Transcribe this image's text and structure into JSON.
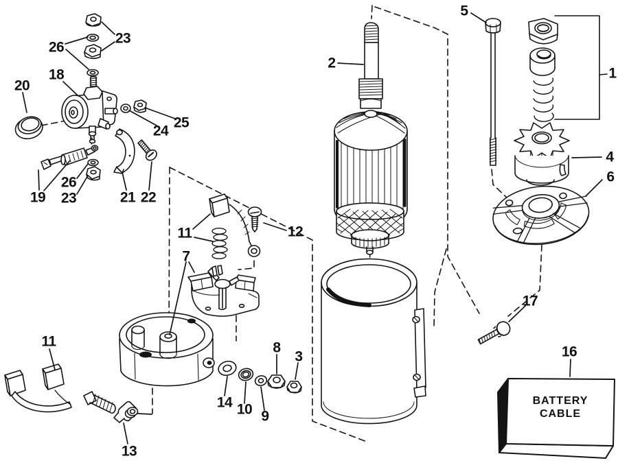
{
  "diagram": {
    "background_color": "#ffffff",
    "line_color": "#141414",
    "battery_box": {
      "line1": "BATTERY",
      "line2": "CABLE"
    }
  },
  "callouts": [
    {
      "id": "callout-26-upper",
      "label": "26"
    },
    {
      "id": "callout-23-upper",
      "label": "23"
    },
    {
      "id": "callout-20",
      "label": "20"
    },
    {
      "id": "callout-18",
      "label": "18"
    },
    {
      "id": "callout-24",
      "label": "24"
    },
    {
      "id": "callout-25",
      "label": "25"
    },
    {
      "id": "callout-19",
      "label": "19"
    },
    {
      "id": "callout-26-lower",
      "label": "26"
    },
    {
      "id": "callout-23-lower",
      "label": "23"
    },
    {
      "id": "callout-21",
      "label": "21"
    },
    {
      "id": "callout-22",
      "label": "22"
    },
    {
      "id": "callout-2",
      "label": "2"
    },
    {
      "id": "callout-5",
      "label": "5"
    },
    {
      "id": "callout-1",
      "label": "1"
    },
    {
      "id": "callout-4",
      "label": "4"
    },
    {
      "id": "callout-6",
      "label": "6"
    },
    {
      "id": "callout-17",
      "label": "17"
    },
    {
      "id": "callout-16",
      "label": "16"
    },
    {
      "id": "callout-11-middle",
      "label": "11"
    },
    {
      "id": "callout-12",
      "label": "12"
    },
    {
      "id": "callout-7",
      "label": "7"
    },
    {
      "id": "callout-8",
      "label": "8"
    },
    {
      "id": "callout-3",
      "label": "3"
    },
    {
      "id": "callout-14",
      "label": "14"
    },
    {
      "id": "callout-10",
      "label": "10"
    },
    {
      "id": "callout-9",
      "label": "9"
    },
    {
      "id": "callout-11-bottom",
      "label": "11"
    },
    {
      "id": "callout-13",
      "label": "13"
    }
  ]
}
